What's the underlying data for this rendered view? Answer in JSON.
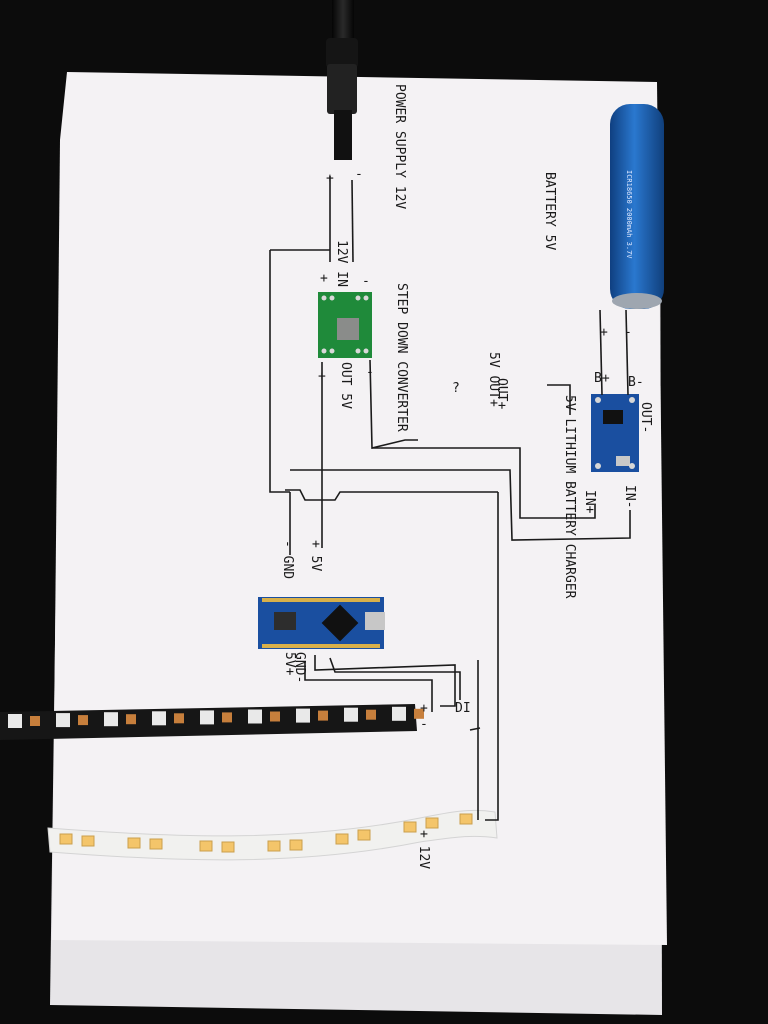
{
  "labels": {
    "power_supply": "POWER SUPPLY 12V",
    "ps_minus": "-",
    "ps_plus": "+",
    "vin_12v": "12V IN",
    "vin_minus": "-",
    "vin_plus": "+",
    "step_down": "STEP DOWN CONVERTER",
    "out_5v": "OUT 5V",
    "out_minus": "-",
    "out_plus": "+",
    "battery": "BATTERY 5V",
    "bat_plus": "+",
    "bat_minus": "-",
    "charger": "5V LITHIUM BATTERY CHARGER",
    "b_plus": "B+",
    "b_minus": "B-",
    "out_plus_charger": "OUT+",
    "out_minus_charger": "OUT-",
    "in_plus": "IN+",
    "in_minus": "IN-",
    "question": "?",
    "five_v_out": "5V OUT+",
    "gnd": "- GND",
    "plus_5v": "+ 5V",
    "nano_gnd": "GND-",
    "nano_5v": "5V+",
    "di": "DI",
    "strip_plus": "+",
    "strip_minus": "-",
    "plus_12v": "+ 12V"
  },
  "colors": {
    "paper": "#f4f2f4",
    "ink": "#1b1b1b",
    "pcb_green": "#1f8a3a",
    "pcb_blue": "#1a4fa0",
    "battery_blue": "#1f64b7",
    "strip_black": "#161616",
    "strip_white": "#f1f1ef",
    "led_warm": "#f4c56a"
  },
  "icons": {
    "power_plug": "dc-barrel-plug-icon",
    "battery": "battery-cell-icon"
  }
}
